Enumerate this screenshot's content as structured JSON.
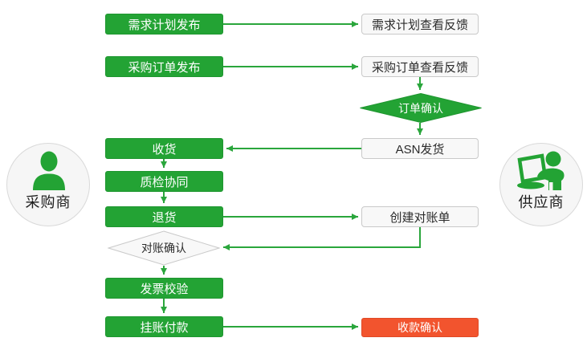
{
  "colors": {
    "green": "#23a334",
    "line_green": "#2aa63c",
    "red": "#f2542e",
    "node_fill": "#f8f8f8",
    "node_border": "#c9c9c9"
  },
  "actors": {
    "buyer": {
      "label": "采购商"
    },
    "supplier": {
      "label": "供应商"
    }
  },
  "nodes": {
    "demand_publish": "需求计划发布",
    "order_publish": "采购订单发布",
    "receive": "收货",
    "quality_check": "质检协同",
    "returns": "退货",
    "recon_confirm": "对账确认",
    "invoice_check": "发票校验",
    "payment": "挂账付款",
    "demand_feedback": "需求计划查看反馈",
    "order_feedback": "采购订单查看反馈",
    "order_confirm": "订单确认",
    "asn_ship": "ASN发货",
    "create_statement": "创建对账单",
    "receipt_confirm": "收款确认"
  }
}
